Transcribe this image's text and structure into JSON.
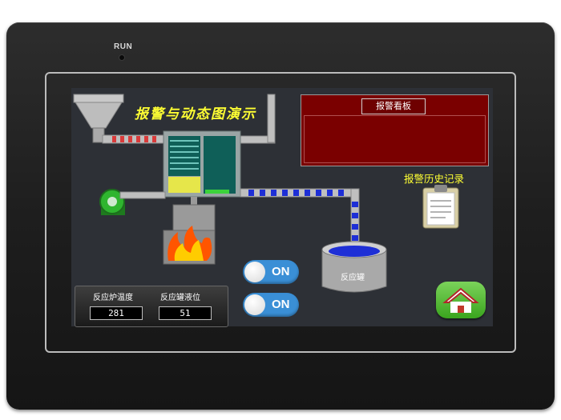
{
  "device": {
    "run_label": "RUN"
  },
  "screen": {
    "title": "报警与动态图演示",
    "alarm_board": {
      "title": "报警看板"
    },
    "alarm_history": {
      "label": "报警历史记录",
      "icon": "clipboard-icon"
    },
    "reactor_tank": {
      "label": "反应罐"
    },
    "toggles": [
      {
        "label": "ON",
        "state": "on"
      },
      {
        "label": "ON",
        "state": "on"
      }
    ],
    "readouts": [
      {
        "label": "反应炉温度",
        "value": "281"
      },
      {
        "label": "反应罐液位",
        "value": "51"
      }
    ],
    "home_button": {
      "icon": "home-icon"
    },
    "colors": {
      "screen_bg": "#2d3036",
      "title": "#ffff33",
      "alarm_bg": "#7a0000",
      "toggle": "#3a8fd6",
      "home": "#4cb52a",
      "pipe_flow_hot": "#d93a3a",
      "pipe_flow_liquid": "#1e2fd6"
    }
  }
}
